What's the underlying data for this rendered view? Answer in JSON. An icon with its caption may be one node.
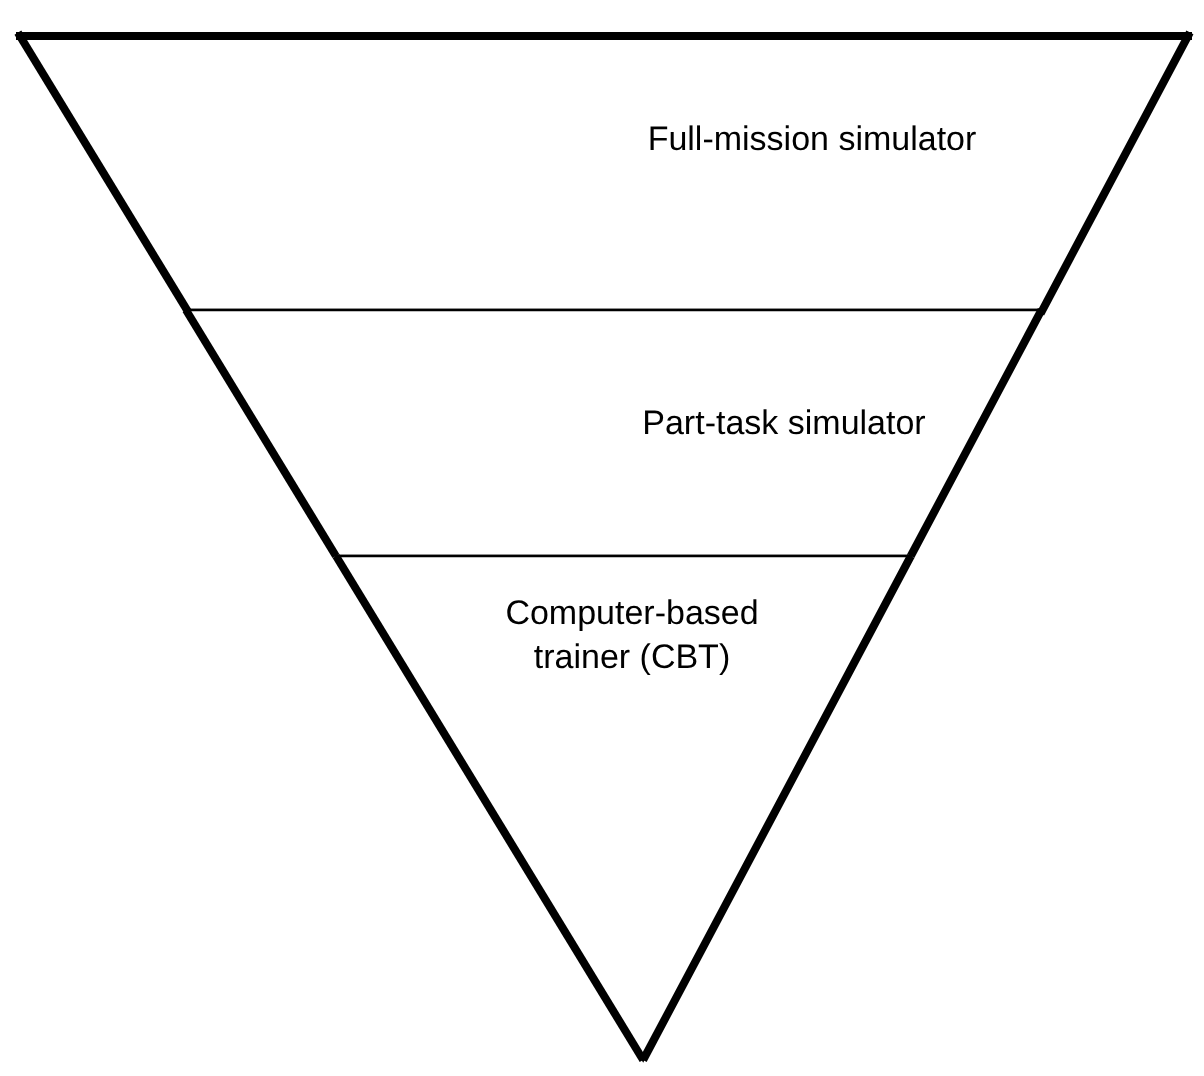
{
  "diagram": {
    "nodes": [
      {
        "text": [
          "Full-mission simulator"
        ]
      },
      {
        "text": [
          "Part-task simulator"
        ]
      },
      {
        "text": [
          "Computer-based trainer (CBT)"
        ]
      }
    ]
  }
}
